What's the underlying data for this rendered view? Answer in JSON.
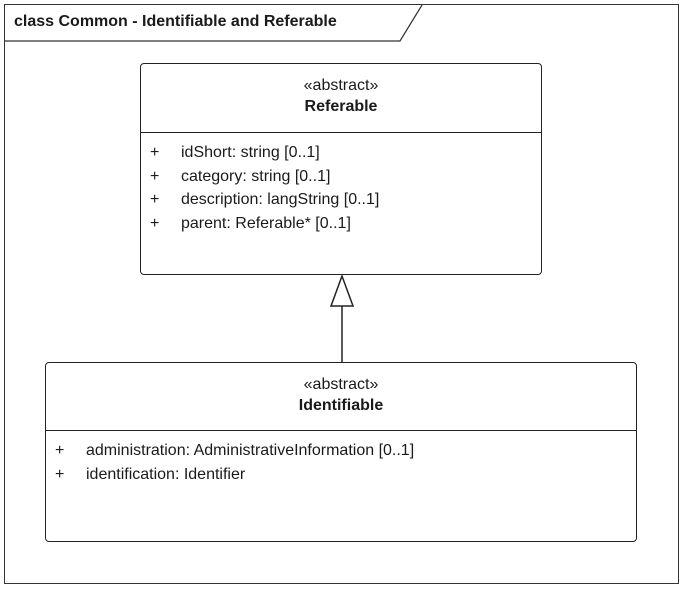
{
  "diagram": {
    "frame_title": "class Common - Identifiable and Referable"
  },
  "classes": [
    {
      "stereotype": "«abstract»",
      "name": "Referable",
      "attributes": [
        {
          "visibility": "+",
          "text": "idShort: string [0..1]"
        },
        {
          "visibility": "+",
          "text": "category: string [0..1]"
        },
        {
          "visibility": "+",
          "text": "description: langString [0..1]"
        },
        {
          "visibility": "+",
          "text": "parent: Referable* [0..1]"
        }
      ]
    },
    {
      "stereotype": "«abstract»",
      "name": "Identifiable",
      "attributes": [
        {
          "visibility": "+",
          "text": "administration: AdministrativeInformation [0..1]"
        },
        {
          "visibility": "+",
          "text": "identification: Identifier"
        }
      ]
    }
  ],
  "relations": [
    {
      "type": "generalization",
      "from": "Identifiable",
      "to": "Referable"
    }
  ]
}
